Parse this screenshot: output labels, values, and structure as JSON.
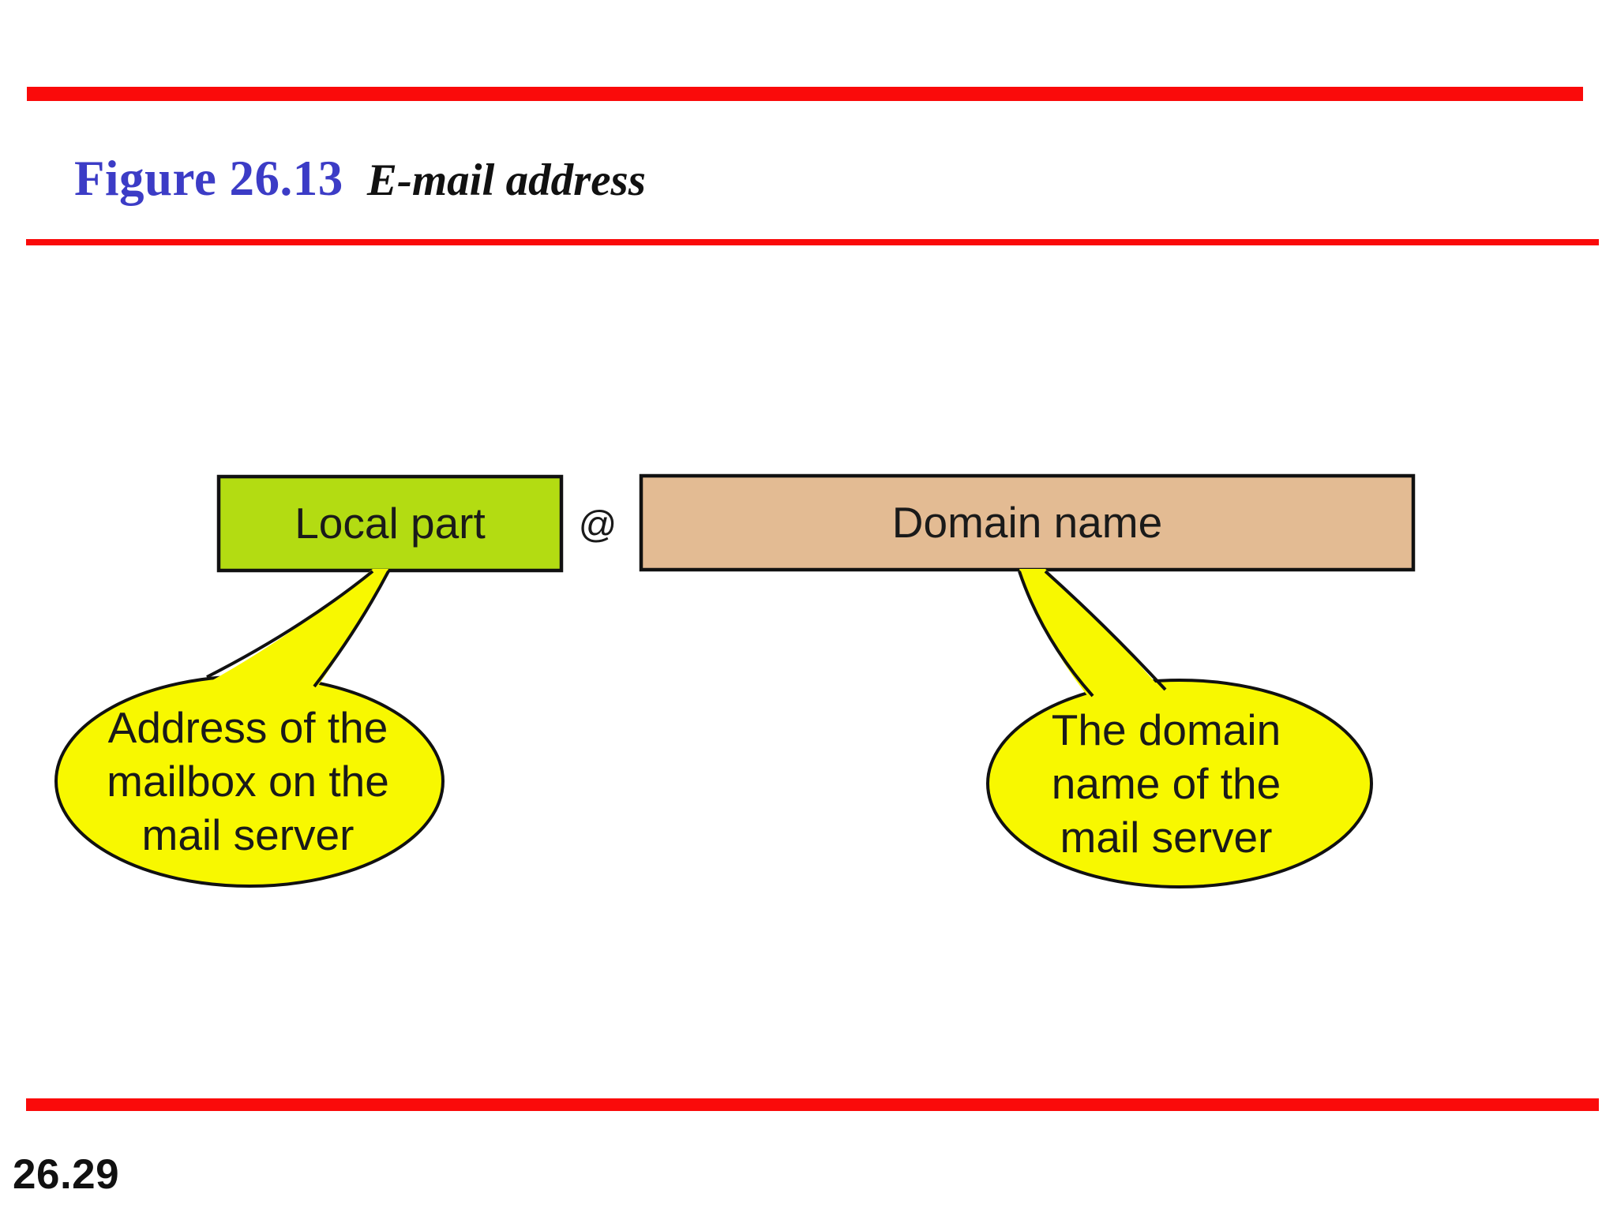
{
  "title": {
    "figure_label": "Figure 26.13",
    "figure_caption": "E-mail address"
  },
  "page_number": "26.29",
  "diagram": {
    "local_part_box": {
      "label": "Local part"
    },
    "at_symbol": "@",
    "domain_name_box": {
      "label": "Domain name"
    },
    "left_balloon": {
      "lines": [
        "Address of the",
        "mailbox on the",
        "mail server"
      ]
    },
    "right_balloon": {
      "lines": [
        "The domain",
        "name of the",
        "mail server"
      ]
    }
  },
  "colors": {
    "rule_red": "#FA0A0A",
    "title_blue": "#3C3CC6",
    "local_part_green": "#B3DC12",
    "domain_name_tan": "#E3BB93",
    "callout_yellow": "#F8F800",
    "outline_black": "#111111"
  }
}
